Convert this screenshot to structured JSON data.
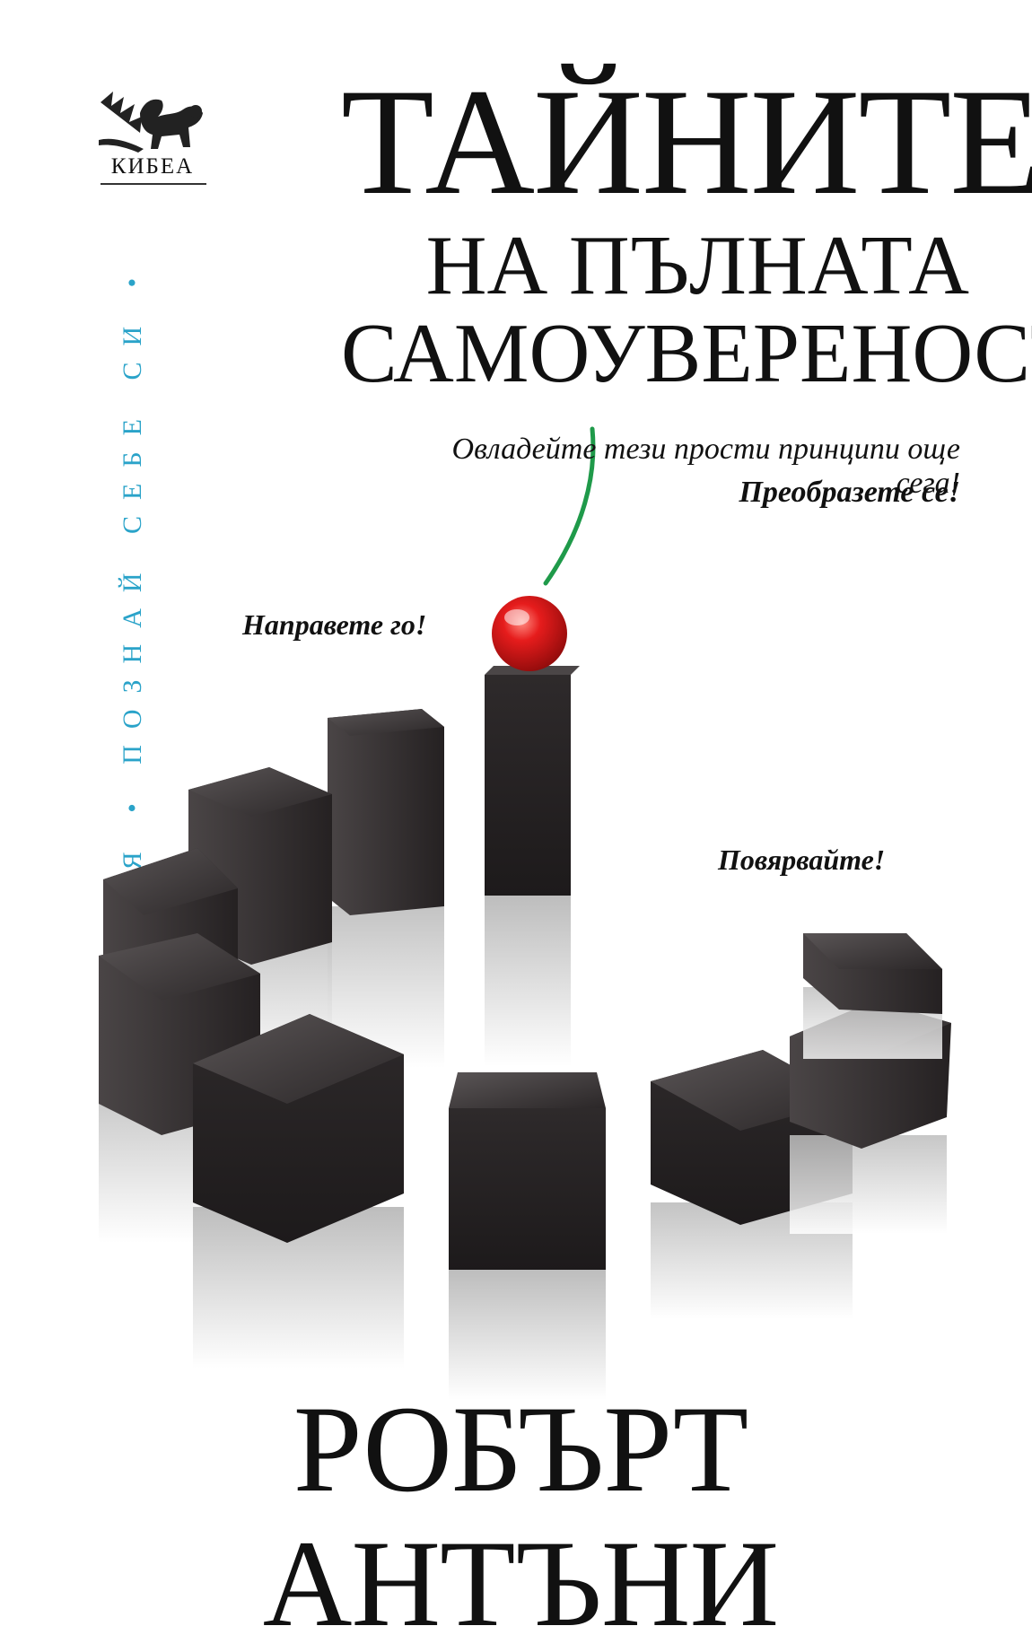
{
  "publisher": {
    "name": "КИБЕА",
    "logo_icon": "lion-griffin-logo-icon"
  },
  "series": {
    "label": "СЕРИЯ • ПОЗНАЙ СЕБЕ СИ •",
    "color": "#2aa3c9"
  },
  "title": {
    "line1": "ТАЙНИТЕ",
    "line2": "НА ПЪЛНАТА",
    "line3": "САМОУВЕРЕНОСТ"
  },
  "taglines": {
    "line1": "Овладейте тези прости принципи още сега!",
    "line2": "Преобразете се!"
  },
  "callouts": {
    "do_it": "Направете го!",
    "believe": "Повярвайте!"
  },
  "author": {
    "name": "РОБЪРТ АНТЪНИ"
  },
  "art": {
    "cube_color": "#3a3536",
    "ball_color": "#e0201e",
    "arrow_color": "#1f9a4a",
    "icons": [
      "red-ball-icon",
      "green-arrow-icon"
    ]
  }
}
